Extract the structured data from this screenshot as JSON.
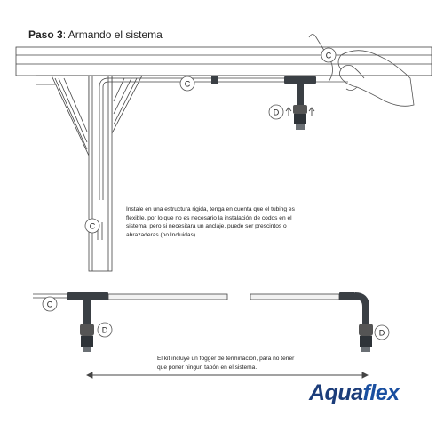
{
  "header": {
    "step_prefix": "Paso 3",
    "step_title": ": Armando el sistema"
  },
  "callouts": {
    "c": "C",
    "d": "D"
  },
  "notes": {
    "rigid_structure": "Instale en una estructura rigida, tenga en cuenta que el tubing es flexible, por lo que no es necesario la instalación de codos en el sistema, pero si necesitara un anclaje, puede ser prescintos o abrazaderas (no Incluidas)",
    "end_fogger": "El kit incluye un fogger de terminacion, para no tener que poner ningun tapón en el sistema."
  },
  "brand": {
    "name_a": "Aqua",
    "name_b": "flex"
  },
  "colors": {
    "line": "#444444",
    "pipe_fill": "#f2f2f2",
    "fitting": "#3a3f44",
    "brand_dark": "#1c3d7a",
    "brand_accent": "#1a4fa0"
  }
}
